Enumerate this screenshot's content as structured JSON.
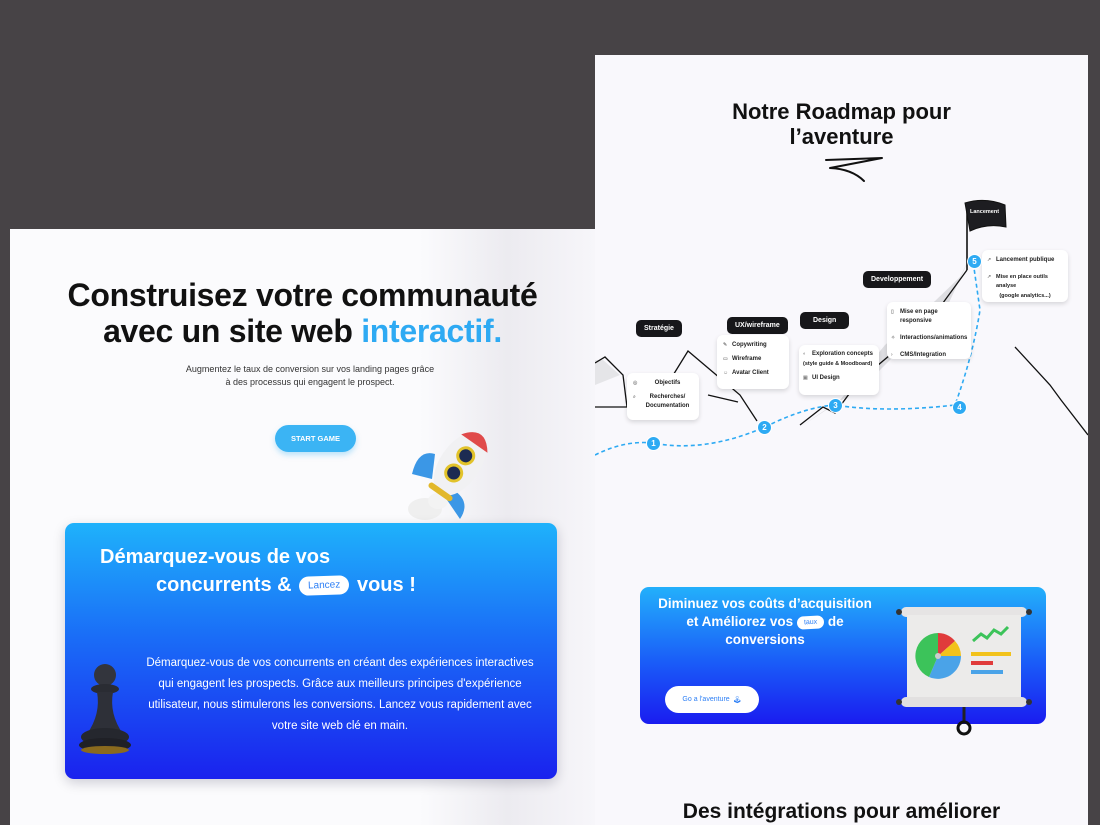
{
  "theme": {
    "background": "#474346",
    "accent": "#2eaaf3",
    "gradient_top": "#1fb2fb",
    "gradient_bottom": "#1a22ee",
    "label_dark": "#17171a"
  },
  "landing": {
    "hero": {
      "title_line1": "Construisez votre communauté",
      "title_line2_prefix": "avec un site web ",
      "title_line2_accent": "interactif.",
      "subtitle_line1": "Augmentez le taux de conversion sur vos landing pages grâce",
      "subtitle_line2": "à des processus qui engagent le prospect.",
      "start_button": "START GAME"
    },
    "feature": {
      "title_line1": "Démarquez-vous de vos",
      "title_line2_prefix": "concurrents &",
      "title_pill": "Lancez",
      "title_line2_suffix": "vous !",
      "body": "Démarquez-vous de vos concurrents en créant des expériences interactives qui engagent les prospects. Grâce aux meilleurs principes d'expérience utilisateur, nous stimulerons les conversions. Lancez vous rapidement avec votre site web clé en main."
    }
  },
  "roadmap": {
    "title_line1": "Notre Roadmap pour",
    "title_line2": "l’aventure",
    "flag_label": "Lancement",
    "stages": [
      {
        "label": "Stratégie",
        "step": "1",
        "items": [
          "Objectifs",
          "Recherches/ Documentation"
        ]
      },
      {
        "label": "UX/wireframe",
        "step": "2",
        "items": [
          "Copywriting",
          "Wireframe",
          "Avatar Client"
        ]
      },
      {
        "label": "Design",
        "step": "3",
        "items": [
          "Exploration concepts",
          "(style guide & Moodboard)",
          "UI Design"
        ]
      },
      {
        "label": "Developpement",
        "step": "4",
        "items": [
          "Mise en page responsive",
          "Interactions/animations",
          "CMS/Integration"
        ]
      },
      {
        "label": "Lancement",
        "step": "5",
        "items": [
          "Lancement publique",
          "Mise en place outils analyse",
          "(google analytics...)"
        ]
      }
    ],
    "cta": {
      "title_line1": "Diminuez vos coûts d’acquisition",
      "title_line2_prefix": "et Améliorez vos",
      "title_pill": "taux",
      "title_line2_suffix": "de",
      "title_line3": "conversions",
      "button_label": "Go a l'aventure",
      "button_emoji": "🕹"
    },
    "integrations_title": "Des intégrations pour améliorer"
  }
}
